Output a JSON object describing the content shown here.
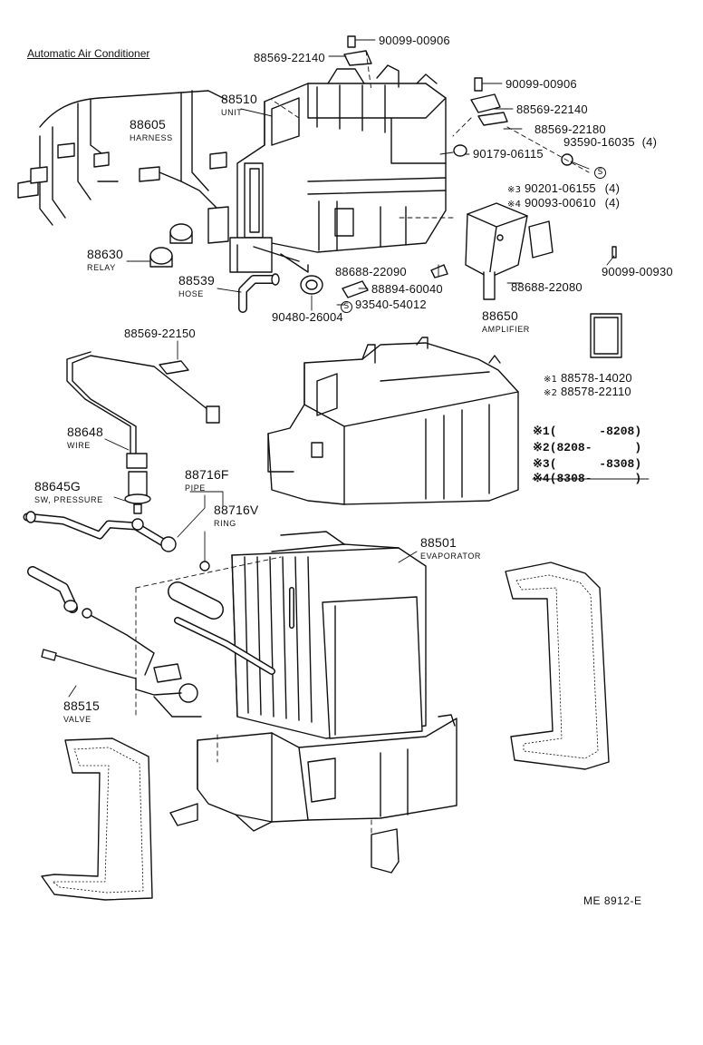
{
  "title": "Automatic Air Conditioner",
  "ref_code": "ME 8912-E",
  "s_mark": "S",
  "labels": {
    "p90099_00906a": "90099-00906",
    "p88569_22140a": "88569-22140",
    "p90099_00906b": "90099-00906",
    "p88569_22140b": "88569-22140",
    "p88569_22180": "88569-22180",
    "p93590_16035": "93590-16035",
    "qty4a": "(4)",
    "p90179_06115": "90179-06115",
    "p90201_06155": "90201-06155",
    "qty4b": "(4)",
    "p90093_00610": "90093-00610",
    "qty4c": "(4)",
    "p88510": "88510",
    "unit": "UNIT",
    "p88605": "88605",
    "harness": "HARNESS",
    "p88630": "88630",
    "relay": "RELAY",
    "p88539": "88539",
    "hose": "HOSE",
    "p88688_22090": "88688-22090",
    "p88894_60040": "88894-60040",
    "p90480_26004": "90480-26004",
    "p93540_54012": "93540-54012",
    "p88688_22080": "88688-22080",
    "p88650": "88650",
    "amplifier": "AMPLIFIER",
    "p90099_00930": "90099-00930",
    "p88569_22150": "88569-22150",
    "p88578_14020": "88578-14020",
    "p88578_22110": "88578-22110",
    "p88648": "88648",
    "wire": "WIRE",
    "p88645G": "88645G",
    "sw_pressure": "SW, PRESSURE",
    "p88716F": "88716F",
    "pipe": "PIPE",
    "p88716V": "88716V",
    "ring": "RING",
    "p88501": "88501",
    "evaporator": "EVAPORATOR",
    "p88515": "88515",
    "valve": "VALVE"
  },
  "marks": {
    "m1": "※1",
    "m2": "※2",
    "m3": "※3",
    "m4": "※4",
    "ms3": "※3",
    "ms4": "※4",
    "ms1": "※1",
    "ms2": "※2"
  },
  "notes": {
    "n1": "(      -8208)",
    "n2": "(8208-      )",
    "n3": "(      -8308)",
    "n4": "(8308-      )"
  }
}
